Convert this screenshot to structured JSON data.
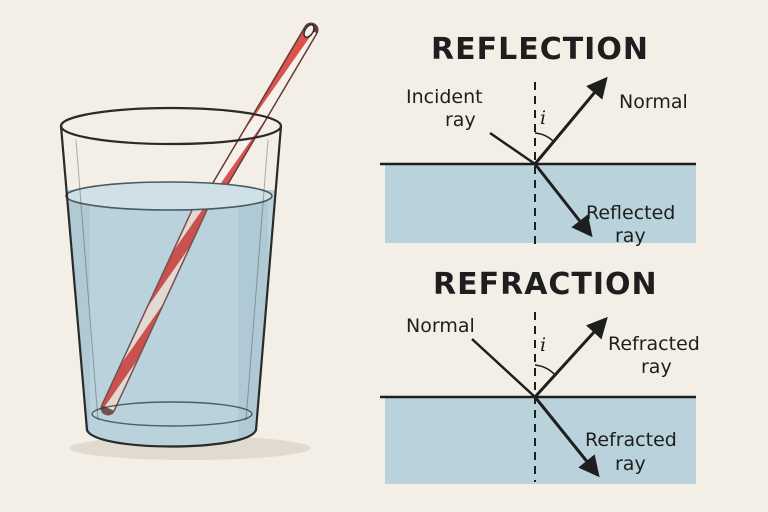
{
  "reflection": {
    "title": "REFLECTION",
    "incident_label": [
      "Incident",
      "ray"
    ],
    "angle_label": "i",
    "normal_label": "Normal",
    "reflected_label": [
      "Reflected",
      "ray"
    ]
  },
  "refraction": {
    "title": "REFRACTION",
    "normal_label": "Normal",
    "angle_label": "i",
    "refracted_upper_label": [
      "Refracted",
      "ray"
    ],
    "refracted_lower_label": [
      "Refracted",
      "ray"
    ]
  },
  "colors": {
    "water": "#b9d2dc",
    "straw_red": "#d9534f",
    "straw_white": "#f6f1ea",
    "ink": "#1e1e1e",
    "background": "#f3efe7"
  }
}
